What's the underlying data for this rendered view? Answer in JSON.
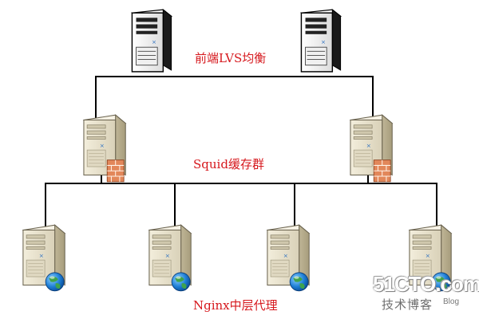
{
  "labels": {
    "top": "前端LVS均衡",
    "middle": "Squid缓存群",
    "bottom": "Nginx中层代理"
  },
  "watermark": {
    "brand": "51CTO.com",
    "subtitle": "技术博客",
    "blog": "Blog"
  },
  "colors": {
    "label": "#d6181d",
    "line": "#000000",
    "tower_case": "#e8e2cf",
    "rack_case": "#f6f6f6",
    "globe": "#1e7fd6",
    "firewall": "#e2875a"
  },
  "icons": {
    "lvs_server": "rack-server-icon",
    "squid_server": "tower-server-firewall-icon",
    "nginx_server": "tower-server-globe-icon"
  }
}
